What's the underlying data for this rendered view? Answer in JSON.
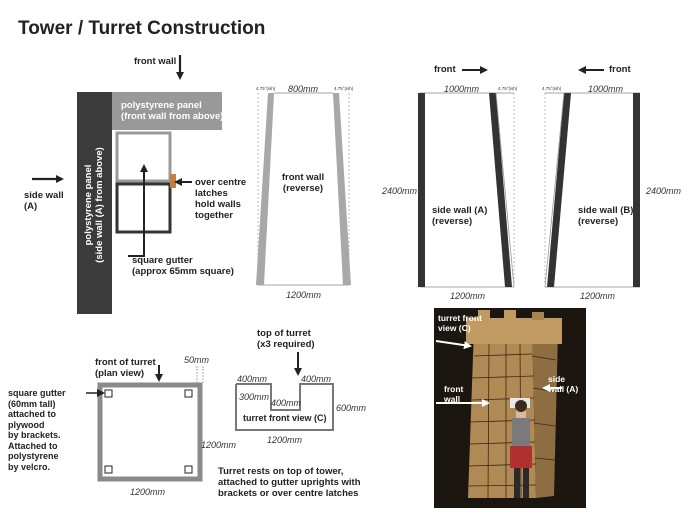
{
  "title": "Tower / Turret Construction",
  "top_left": {
    "front_wall": "front wall",
    "side_wall_line1": "side wall",
    "side_wall_line2": "(A)",
    "panel_top_line1": "polystyrene panel",
    "panel_top_line2": "(front wall from above)",
    "panel_side_line1": "polystyrene panel",
    "panel_side_line2": "(side wall (A) from above)",
    "latch_line1": "over centre",
    "latch_line2": "latches",
    "latch_line3": "hold walls",
    "latch_line4": "together",
    "gutter_line1": "square gutter",
    "gutter_line2": "(approx 65mm square)"
  },
  "front_wall_panel": {
    "top_dim": "800mm",
    "bottom_dim": "1200mm",
    "left_small": "4.75°(ish)",
    "right_small": "4.75°(ish)",
    "label_line1": "front wall",
    "label_line2": "(reverse)"
  },
  "side_a_panel": {
    "front_label": "front",
    "top_dim": "1000mm",
    "small": "4.75°(ish)",
    "height_dim": "2400mm",
    "bottom_dim": "1200mm",
    "label_line1": "side wall (A)",
    "label_line2": "(reverse)"
  },
  "side_b_panel": {
    "front_label": "front",
    "top_dim": "1000mm",
    "small": "4.75°(ish)",
    "height_dim": "2400mm",
    "bottom_dim": "1200mm",
    "label_line1": "side wall (B)",
    "label_line2": "(reverse)"
  },
  "turret_plan": {
    "label_line1": "front of turret",
    "label_line2": "(plan view)",
    "dim_50": "50mm",
    "dim_right": "1200mm",
    "dim_bottom": "1200mm",
    "gutter_note": [
      "square gutter",
      "(60mm tall)",
      "attached to",
      "plywood",
      "by brackets.",
      "Attached to",
      "polystyrene",
      "by velcro."
    ]
  },
  "turret_front": {
    "top_line1": "top of turret",
    "top_line2": "(x3 required)",
    "d1": "400mm",
    "d2": "400mm",
    "d3": "300mm",
    "d4": "400mm",
    "d5": "600mm",
    "bottom": "1200mm",
    "label": "turret front view (C)",
    "note_line1": "Turret rests on top of tower,",
    "note_line2": "attached to gutter uprights with",
    "note_line3": "brackets or over centre latches"
  },
  "photo": {
    "turret_line1": "turret front",
    "turret_line2": "view (C)",
    "front_line1": "front",
    "front_line2": "wall",
    "side_line1": "side",
    "side_line2": "wall (A)"
  }
}
